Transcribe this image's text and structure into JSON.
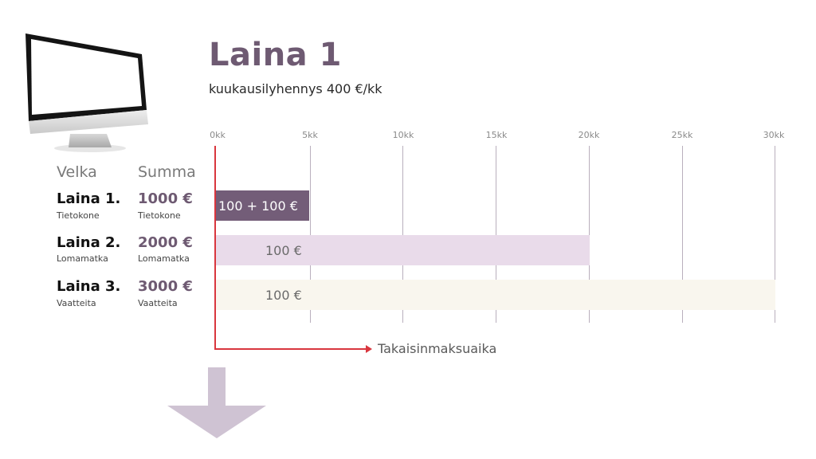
{
  "header": {
    "title": "Laina 1",
    "subtitle": "kuukausilyhennys 400 €/kk"
  },
  "icons": {
    "monitor": "desktop-monitor-icon",
    "down_arrow": "arrow-down-icon",
    "axis_arrow": "arrow-right-icon"
  },
  "colors": {
    "title": "#6e5a72",
    "bar_loan1": "#735d78",
    "bar_loan2": "#e9dbea",
    "bar_loan3": "#f9f6ee",
    "axis": "#d9363e",
    "gridline": "#b9afbd",
    "down_arrow": "#cfc3d3"
  },
  "table": {
    "col_debt": "Velka",
    "col_sum": "Summa",
    "rows": [
      {
        "name": "Laina 1.",
        "sub": "Tietokone",
        "sum": "1000 €",
        "sum_sub": "Tietokone",
        "bar_label": "100 + 100 €"
      },
      {
        "name": "Laina 2.",
        "sub": "Lomamatka",
        "sum": "2000 €",
        "sum_sub": "Lomamatka",
        "bar_label": "100 €"
      },
      {
        "name": "Laina 3.",
        "sub": "Vaatteita",
        "sum": "3000 €",
        "sum_sub": "Vaatteita",
        "bar_label": "100 €"
      }
    ]
  },
  "axis": {
    "ticks": [
      "0kk",
      "5kk",
      "10kk",
      "15kk",
      "20kk",
      "25kk",
      "30kk"
    ],
    "xlabel": "Takaisinmaksuaika"
  },
  "chart_data": {
    "type": "bar",
    "orientation": "horizontal",
    "title": "Laina 1",
    "subtitle": "kuukausilyhennys 400 €/kk",
    "xlabel": "Takaisinmaksuaika",
    "ylabel": "Velka",
    "categories": [
      "Laina 1.",
      "Laina 2.",
      "Laina 3."
    ],
    "category_sublabels": [
      "Tietokone",
      "Lomamatka",
      "Vaatteita"
    ],
    "amounts_eur": [
      1000,
      2000,
      3000
    ],
    "values": [
      5,
      20,
      30
    ],
    "value_unit": "kk",
    "bar_labels": [
      "100 + 100 €",
      "100 €",
      "100 €"
    ],
    "x_ticks": [
      0,
      5,
      10,
      15,
      20,
      25,
      30
    ],
    "x_tick_labels": [
      "0kk",
      "5kk",
      "10kk",
      "15kk",
      "20kk",
      "25kk",
      "30kk"
    ],
    "xlim": [
      0,
      30
    ],
    "grid": true
  }
}
